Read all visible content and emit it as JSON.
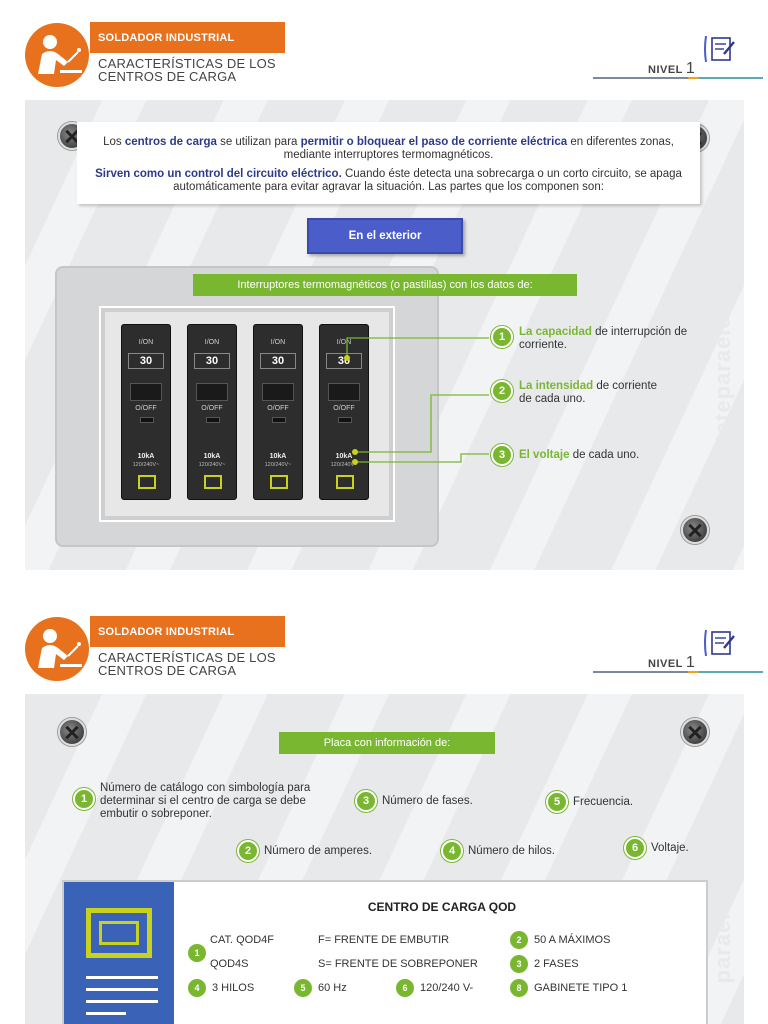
{
  "header": {
    "tag": "SOLDADOR INDUSTRIAL",
    "title_line1": "CARACTERÍSTICAS DE LOS",
    "title_line2": "CENTROS DE CARGA",
    "nivel_label": "NIVEL",
    "nivel_num": "1"
  },
  "slide1": {
    "intro": {
      "p1_a": "Los ",
      "p1_b": "centros de carga",
      "p1_c": " se utilizan para ",
      "p1_d": "permitir o bloquear el paso de corriente eléctrica",
      "p1_e": " en diferentes zonas, mediante interruptores termomagnéticos.",
      "p2_a": "Sirven como un control del circuito eléctrico.",
      "p2_b": " Cuando éste detecta una sobrecarga o un corto circuito, se apaga automáticamente para evitar agravar la situación. Las partes que los  componen son:"
    },
    "button": "En el exterior",
    "label": "Interruptores termomagnéticos (o pastillas) con los datos de:",
    "breakers": [
      {
        "on": "I/ON",
        "amp": "30",
        "off": "O/OFF",
        "ka": "10kA",
        "v": "120/240V~"
      },
      {
        "on": "I/ON",
        "amp": "30",
        "off": "O/OFF",
        "ka": "10kA",
        "v": "120/240V~"
      },
      {
        "on": "I/ON",
        "amp": "30",
        "off": "O/OFF",
        "ka": "10kA",
        "v": "120/240V~"
      },
      {
        "on": "I/ON",
        "amp": "30",
        "off": "O/OFF",
        "ka": "10kA",
        "v": "120/240V~"
      }
    ],
    "callouts": [
      {
        "num": "1",
        "bold": "La capacidad",
        "rest": " de interrupción de corriente."
      },
      {
        "num": "2",
        "bold": "La intensidad",
        "rest": " de corriente de cada uno."
      },
      {
        "num": "3",
        "bold": "El voltaje",
        "rest": " de cada uno."
      }
    ],
    "watermark": "capacitateparaelempleo.org"
  },
  "slide2": {
    "label": "Placa con información de:",
    "items": [
      {
        "num": "1",
        "text": "Número de catálogo con simbología para determinar si el centro de carga se debe embutir o sobreponer."
      },
      {
        "num": "2",
        "text": "Número de amperes."
      },
      {
        "num": "3",
        "text": "Número de fases."
      },
      {
        "num": "4",
        "text": "Número de hilos."
      },
      {
        "num": "5",
        "text": "Frecuencia."
      },
      {
        "num": "6",
        "text": "Voltaje."
      }
    ],
    "card": {
      "title": "CENTRO DE CARGA QOD",
      "cat": "CAT. QOD4F",
      "qod4s": "QOD4S",
      "frente_emb": "F= FRENTE DE EMBUTIR",
      "frente_sob": "S= FRENTE DE SOBREPONER",
      "n2": "2",
      "amp": "50 A MÁXIMOS",
      "n3": "3",
      "fases": "2 FASES",
      "n4": "4",
      "hilos": "3 HILOS",
      "n5": "5",
      "hz": "60 Hz",
      "n6": "6",
      "volt": "120/240 V-",
      "n8": "8",
      "gab": "GABINETE TIPO 1",
      "n1": "1"
    },
    "watermark": "paraelempleo.org"
  },
  "colors": {
    "orange": "#e8711d",
    "green": "#7ab731",
    "blue": "#4a5dc8",
    "navy": "#2d3a8c"
  }
}
